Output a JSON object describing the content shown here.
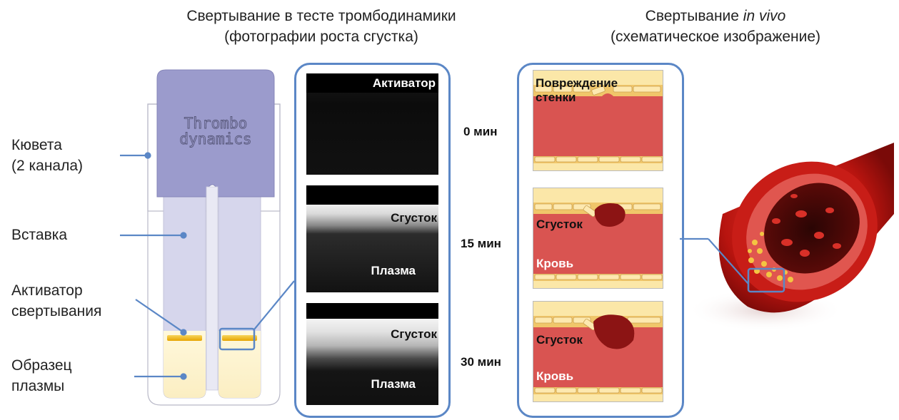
{
  "header_left": {
    "line1": "Свертывание в тесте тромбодинамики",
    "line2": "(фотографии роста сгустка)"
  },
  "header_right": {
    "line1_prefix": "Свертывание ",
    "line1_italic": "in vivo",
    "line2": "(схематическое изображение)"
  },
  "cuvette": {
    "logo_line1": "Thrombo",
    "logo_line2": "dynamics"
  },
  "labels": {
    "cuvette_1": "Кювета",
    "cuvette_2": "(2 канала)",
    "insert": "Вставка",
    "activator_1": "Активатор",
    "activator_2": "свертывания",
    "sample_1": "Образец",
    "sample_2": "плазмы"
  },
  "photos": {
    "activator": "Активатор",
    "clot": "Сгусток",
    "plasma": "Плазма"
  },
  "times": [
    "0 мин",
    "15 мин",
    "30 мин"
  ],
  "vessel": {
    "damage_1": "Повреждение",
    "damage_2": "стенки",
    "clot": "Сгусток",
    "blood": "Кровь"
  },
  "colors": {
    "panel_border": "#5b87c6",
    "cuvette_top": "#9b9bcc",
    "insert": "#d4d4ea",
    "plasma": "#fbf1c8",
    "activator": "#f2b000",
    "vessel_red": "#d95451",
    "clot_dark": "#8c1414"
  }
}
